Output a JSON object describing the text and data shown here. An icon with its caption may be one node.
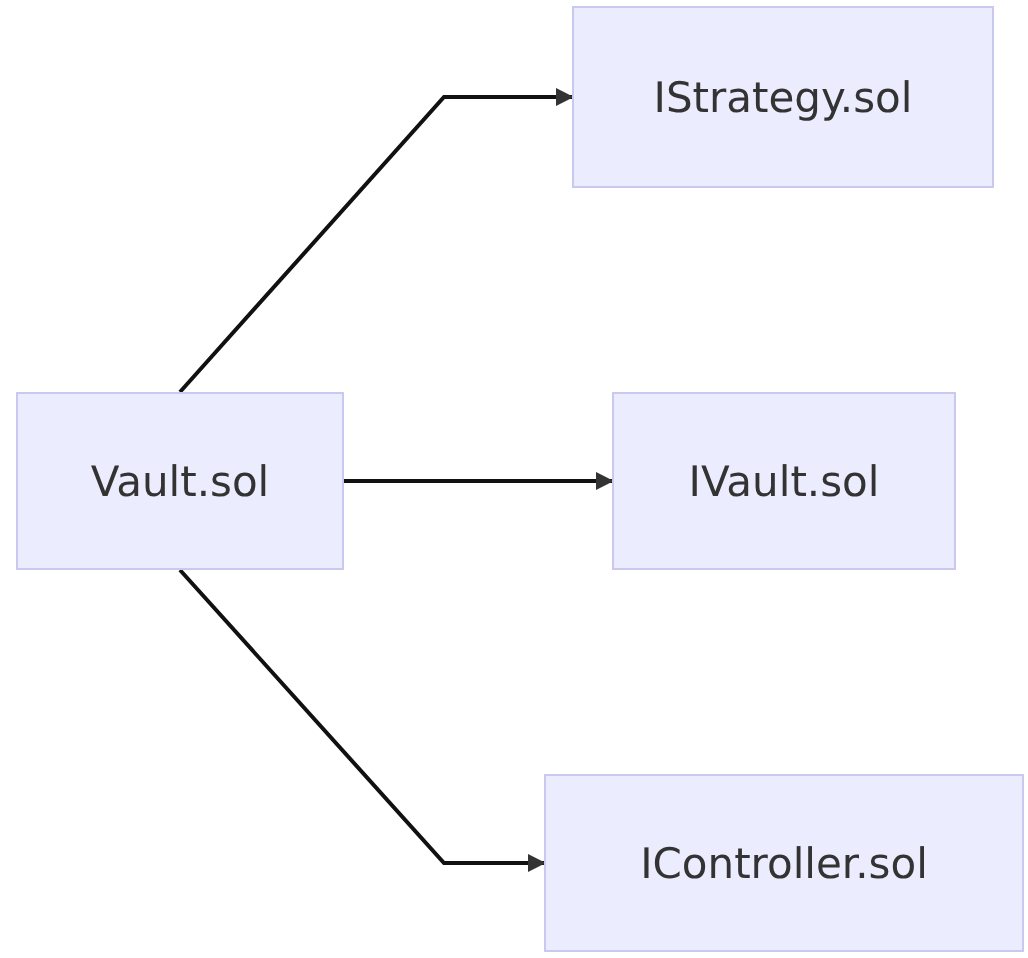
{
  "diagram": {
    "nodes": [
      {
        "text": [
          "Vault.sol"
        ]
      },
      {
        "text": [
          "IStrategy.sol"
        ]
      },
      {
        "text": [
          "IVault.sol"
        ]
      },
      {
        "text": [
          "IController.sol"
        ]
      }
    ],
    "edges": [
      {
        "from": 0,
        "to": 1,
        "arrow": "to"
      },
      {
        "from": 0,
        "to": 2,
        "arrow": "to"
      },
      {
        "from": 0,
        "to": 3,
        "arrow": "to"
      }
    ]
  }
}
